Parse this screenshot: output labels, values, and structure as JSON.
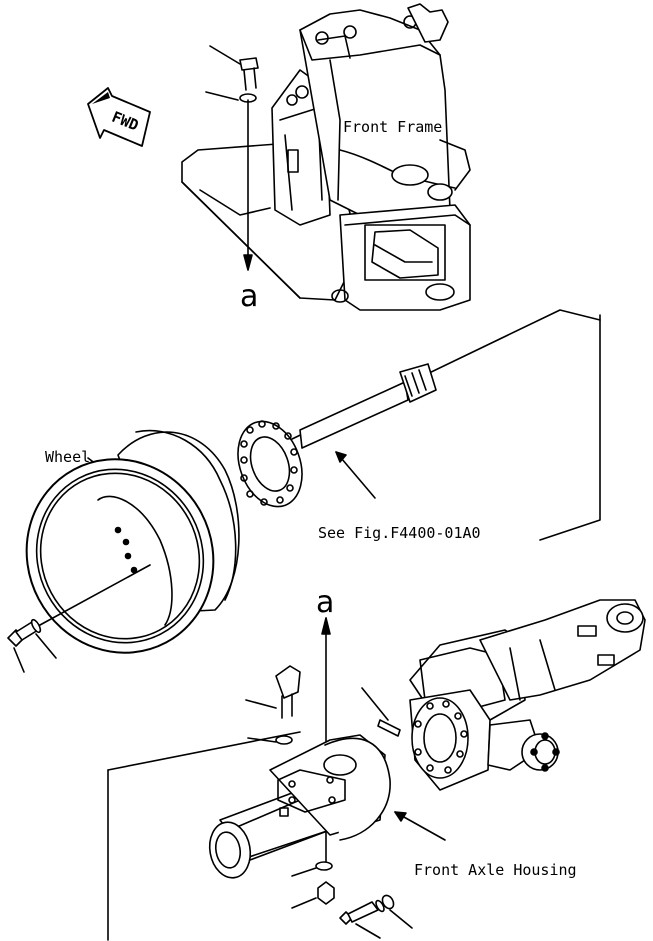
{
  "labels": {
    "front_frame": "Front Frame",
    "wheel": "Wheel",
    "see_fig": "See Fig.F4400-01A0",
    "front_axle_housing": "Front Axle Housing",
    "fwd": "FWD",
    "ref_a_top": "a",
    "ref_a_bottom": "a"
  }
}
